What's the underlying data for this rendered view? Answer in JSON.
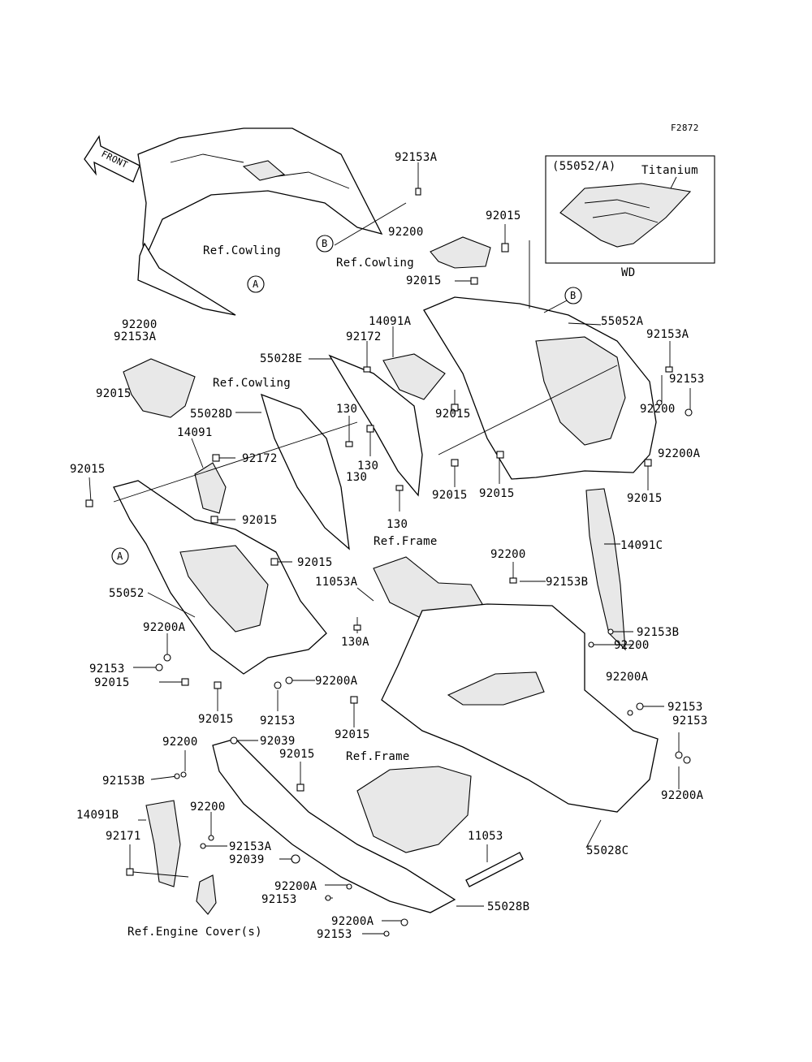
{
  "figure_code": "F2872",
  "front_arrow_label": "FRONT",
  "inset": {
    "code": "(55052/A)",
    "material": "Titanium",
    "variant": "WD"
  },
  "reference_labels": {
    "ref_cowling_top": "Ref.Cowling",
    "ref_cowling_mid": "Ref.Cowling",
    "ref_cowling_left": "Ref.Cowling",
    "ref_frame_mid": "Ref.Frame",
    "ref_frame_low": "Ref.Frame",
    "ref_engine_cover": "Ref.Engine Cover(s)"
  },
  "callouts": {
    "a1": "A",
    "a2": "A",
    "b1": "B",
    "b2": "B"
  },
  "parts": [
    "92153A",
    "92200",
    "92015",
    "92015",
    "55052A",
    "14091A",
    "92172",
    "55028E",
    "92015",
    "92153A",
    "92153",
    "92200",
    "92200A",
    "92200",
    "92153A",
    "92015",
    "55028D",
    "130",
    "130",
    "130",
    "14091",
    "92172",
    "92015",
    "92015",
    "130",
    "92015",
    "92015",
    "92015",
    "14091C",
    "92015",
    "11053A",
    "92200",
    "92153B",
    "55052",
    "130A",
    "92200A",
    "92153B",
    "92200",
    "92153",
    "92015",
    "92200A",
    "92015",
    "92153",
    "92200A",
    "92015",
    "92153",
    "92153",
    "92200",
    "92039",
    "92015",
    "92153B",
    "92200A",
    "92200",
    "14091B",
    "92153A",
    "92171",
    "92039",
    "11053",
    "55028C",
    "92200A",
    "92153",
    "55028B",
    "92200A",
    "92153"
  ]
}
